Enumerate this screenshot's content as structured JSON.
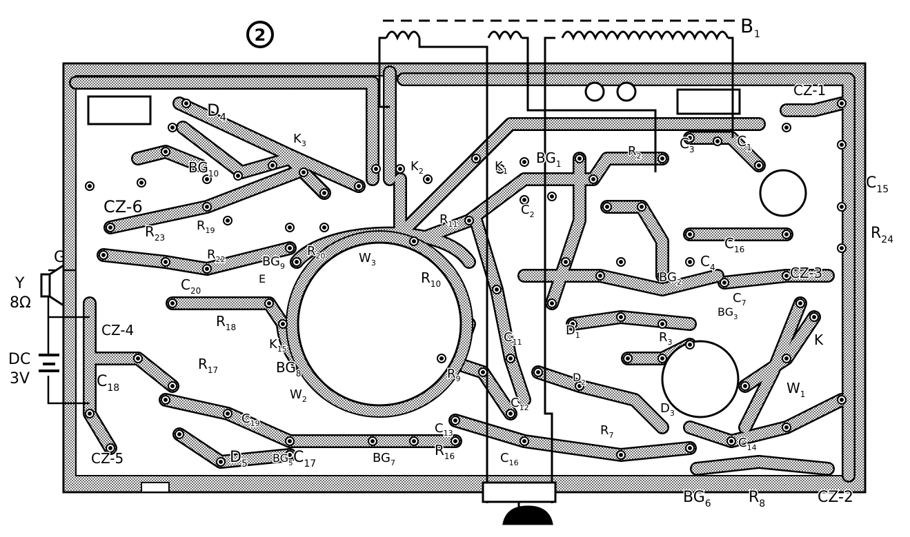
{
  "figure_number": "2",
  "antenna_label": "B",
  "antenna_sub": "1",
  "speaker": {
    "line1": "Y",
    "line2": "8Ω"
  },
  "battery": {
    "line1": "DC",
    "line2": "3V"
  },
  "ground_label": "G",
  "labels": [
    {
      "id": "d4",
      "text": "D",
      "sub": "4"
    },
    {
      "id": "k3",
      "text": "K",
      "sub": "3"
    },
    {
      "id": "bg10",
      "text": "BG",
      "sub": "10"
    },
    {
      "id": "cz6",
      "text": "CZ-6",
      "sub": ""
    },
    {
      "id": "r23",
      "text": "R",
      "sub": "23"
    },
    {
      "id": "r19",
      "text": "R",
      "sub": "19"
    },
    {
      "id": "r22",
      "text": "R",
      "sub": "22"
    },
    {
      "id": "bg9",
      "text": "BG",
      "sub": "9"
    },
    {
      "id": "r20",
      "text": "R",
      "sub": "20"
    },
    {
      "id": "c20",
      "text": "C",
      "sub": "20"
    },
    {
      "id": "e",
      "text": "E",
      "sub": ""
    },
    {
      "id": "w3",
      "text": "W",
      "sub": "3"
    },
    {
      "id": "cz4",
      "text": "CZ-4",
      "sub": ""
    },
    {
      "id": "r18",
      "text": "R",
      "sub": "18"
    },
    {
      "id": "k15",
      "text": "K",
      "sub": "15"
    },
    {
      "id": "r17",
      "text": "R",
      "sub": "17"
    },
    {
      "id": "bg8",
      "text": "BG",
      "sub": "8"
    },
    {
      "id": "c18",
      "text": "C",
      "sub": "18"
    },
    {
      "id": "c19",
      "text": "C",
      "sub": "19"
    },
    {
      "id": "w2",
      "text": "W",
      "sub": "2"
    },
    {
      "id": "cz5",
      "text": "CZ-5",
      "sub": ""
    },
    {
      "id": "d5",
      "text": "D",
      "sub": "5"
    },
    {
      "id": "bg5",
      "text": "BG",
      "sub": "5"
    },
    {
      "id": "c17",
      "text": "C",
      "sub": "17"
    },
    {
      "id": "bg7",
      "text": "BG",
      "sub": "7"
    },
    {
      "id": "r16",
      "text": "R",
      "sub": "16"
    },
    {
      "id": "c13",
      "text": "C",
      "sub": "13"
    },
    {
      "id": "c16b",
      "text": "C",
      "sub": "16"
    },
    {
      "id": "k2",
      "text": "K",
      "sub": "2"
    },
    {
      "id": "k1",
      "text": "K",
      "sub": "1"
    },
    {
      "id": "bg1",
      "text": "BG",
      "sub": "1"
    },
    {
      "id": "r2",
      "text": "R",
      "sub": "2"
    },
    {
      "id": "c3",
      "text": "C",
      "sub": "3"
    },
    {
      "id": "c1",
      "text": "C",
      "sub": "1"
    },
    {
      "id": "c2",
      "text": "C",
      "sub": "2"
    },
    {
      "id": "r11",
      "text": "R",
      "sub": "11"
    },
    {
      "id": "r10",
      "text": "R",
      "sub": "10"
    },
    {
      "id": "bg2",
      "text": "BG",
      "sub": "2"
    },
    {
      "id": "c4",
      "text": "C",
      "sub": "4"
    },
    {
      "id": "c16",
      "text": "C",
      "sub": "16"
    },
    {
      "id": "c15",
      "text": "C",
      "sub": "15"
    },
    {
      "id": "r24",
      "text": "R",
      "sub": "24"
    },
    {
      "id": "cz1",
      "text": "CZ-1",
      "sub": ""
    },
    {
      "id": "cz3",
      "text": "CZ-3",
      "sub": ""
    },
    {
      "id": "c7",
      "text": "C",
      "sub": "7"
    },
    {
      "id": "bg3",
      "text": "BG",
      "sub": "3"
    },
    {
      "id": "d1",
      "text": "D",
      "sub": "1"
    },
    {
      "id": "r3",
      "text": "R",
      "sub": "3"
    },
    {
      "id": "c11",
      "text": "C",
      "sub": "11"
    },
    {
      "id": "r9",
      "text": "R",
      "sub": "9"
    },
    {
      "id": "c12",
      "text": "C",
      "sub": "12"
    },
    {
      "id": "d2",
      "text": "D",
      "sub": "2"
    },
    {
      "id": "d3",
      "text": "D",
      "sub": "3"
    },
    {
      "id": "r7",
      "text": "R",
      "sub": "7"
    },
    {
      "id": "c14",
      "text": "C",
      "sub": "14"
    },
    {
      "id": "w1",
      "text": "W",
      "sub": "1"
    },
    {
      "id": "k",
      "text": "K",
      "sub": ""
    },
    {
      "id": "bg6",
      "text": "BG",
      "sub": "6"
    },
    {
      "id": "r8",
      "text": "R",
      "sub": "8"
    },
    {
      "id": "cz2",
      "text": "CZ-2",
      "sub": ""
    }
  ]
}
